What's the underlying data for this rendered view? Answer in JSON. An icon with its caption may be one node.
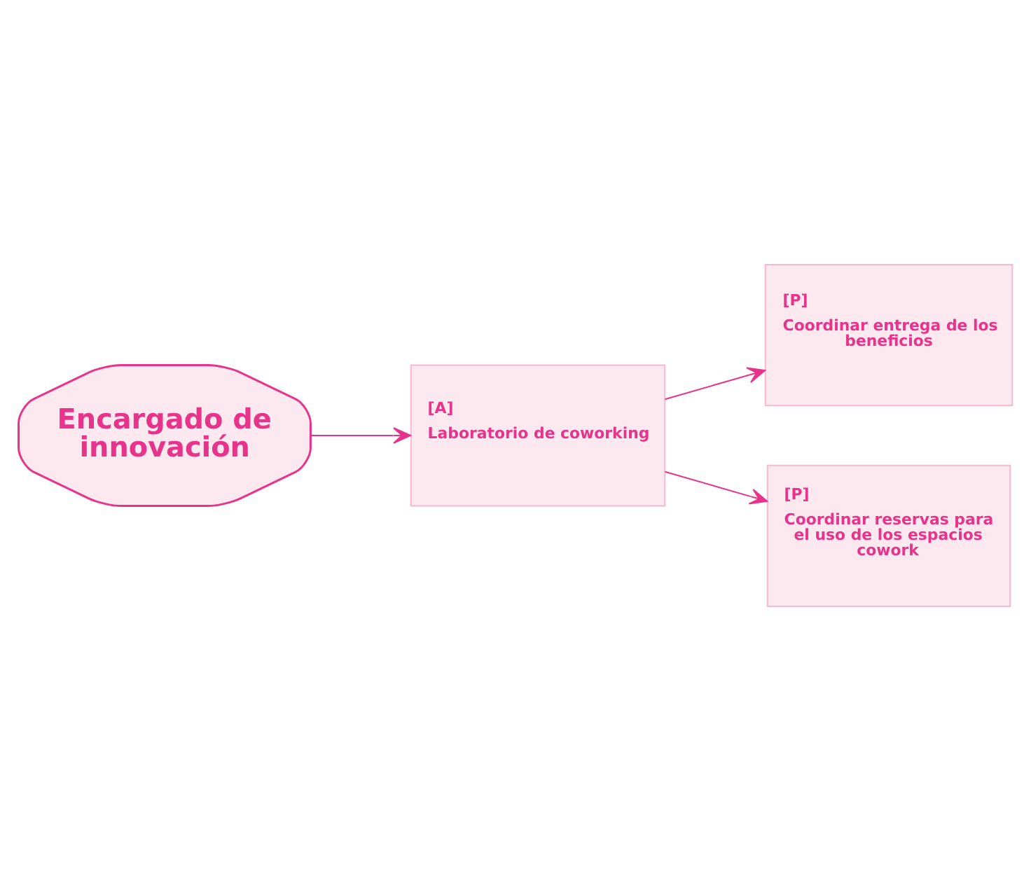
{
  "diagram": {
    "nodes": [
      {
        "text": [
          "Encargado de innovación"
        ]
      },
      {
        "text": [
          "[A]",
          "Laboratorio de coworking"
        ]
      },
      {
        "text": [
          "[P]",
          "Coordinar entrega de los beneficios"
        ]
      },
      {
        "text": [
          "[P]",
          "Coordinar reservas para el uso de los espacios cowork"
        ]
      }
    ],
    "edges": [
      {
        "from": 0,
        "to": 1,
        "arrow": "to"
      },
      {
        "from": 1,
        "to": 2,
        "arrow": "to"
      },
      {
        "from": 1,
        "to": 3,
        "arrow": "to"
      }
    ]
  }
}
